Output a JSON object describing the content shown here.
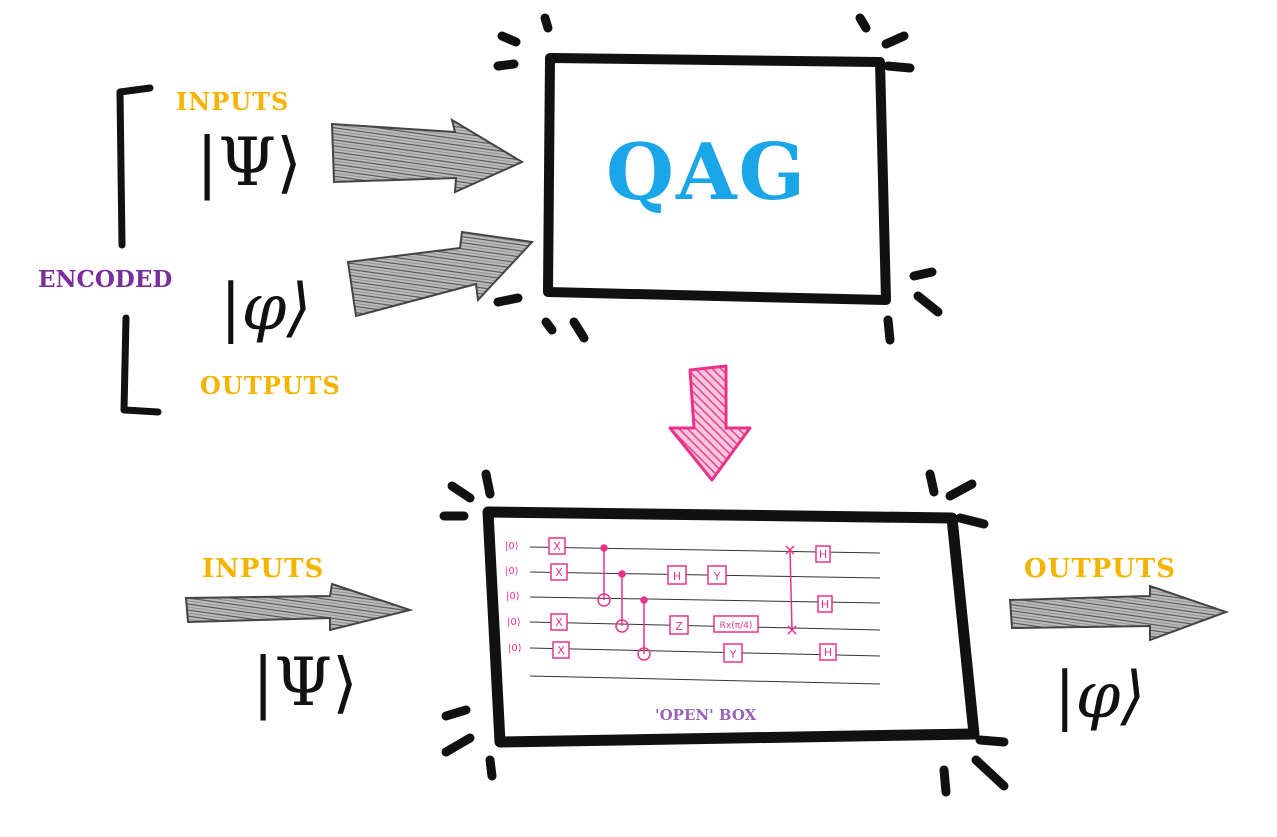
{
  "labels": {
    "encoded": "ENCODED",
    "inputs_top": "INPUTS",
    "outputs_left": "OUTPUTS",
    "inputs_bottom": "INPUTS",
    "outputs_right": "OUTPUTS",
    "open_box": "'OPEN' BOX",
    "black_box": "QAG"
  },
  "kets": {
    "psi_top": "|Ψ⟩",
    "phi_top": "|φ⟩",
    "psi_bottom": "|Ψ⟩",
    "phi_bottom": "|φ⟩"
  },
  "circuit": {
    "qubit_labels": [
      "|0⟩",
      "|0⟩",
      "|0⟩",
      "|0⟩",
      "|0⟩"
    ],
    "gates": [
      "X",
      "X",
      "H",
      "Y",
      "X",
      "Z",
      "Rx(π/4)",
      "X",
      "Y",
      "H",
      "H",
      "H"
    ]
  },
  "colors": {
    "qag_blue": "#1aa6e8",
    "label_yellow": "#f5b400",
    "label_purple": "#7b2f9c",
    "circuit_pink": "#e8338a",
    "ink": "#111111"
  }
}
